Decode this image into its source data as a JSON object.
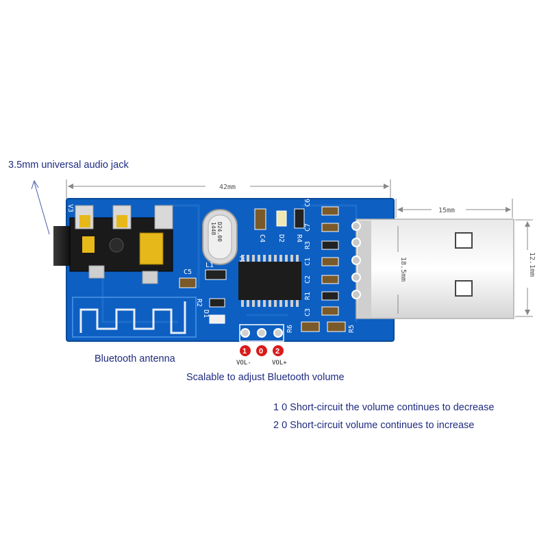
{
  "labels": {
    "audio_jack": "3.5mm universal audio jack",
    "antenna": "Bluetooth antenna",
    "scalable": "Scalable to adjust Bluetooth volume",
    "note1": "1 0 Short-circuit the volume continues to decrease",
    "note2": "2 0 Short-circuit volume continues to increase"
  },
  "dimensions": {
    "length": "42mm",
    "usb_length": "15mm",
    "usb_width": "18.5mm",
    "board_width": "12.1mm"
  },
  "silkscreen": {
    "v3": "V3",
    "c5": "C5",
    "l1": "L1",
    "r2": "R2",
    "d1": "D1",
    "y1": "Y1",
    "c4": "C4",
    "d2": "D2",
    "r4": "R4",
    "c7": "C7",
    "c6": "C6",
    "r3": "R3",
    "c1": "C1",
    "c2": "C2",
    "r1": "R1",
    "c3": "C3",
    "r6": "R6",
    "r5": "R5",
    "crystal_line1": "D24.00",
    "crystal_line2": "1448"
  },
  "pads": {
    "p1": "1",
    "p0": "0",
    "p2": "2",
    "vol_minus": "VOL-",
    "vol_plus": "VOL+"
  },
  "colors": {
    "pcb": "#0d5fc2",
    "label_text": "#1f2a80",
    "pad_red": "#d91a1a"
  }
}
